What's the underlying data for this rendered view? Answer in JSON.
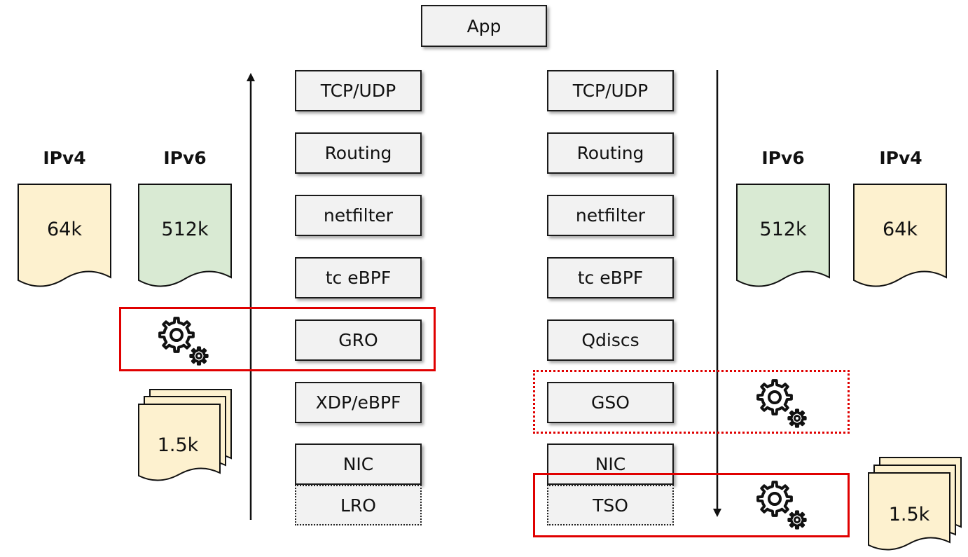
{
  "top": {
    "app": "App"
  },
  "receive_stack": {
    "layers": [
      "TCP/UDP",
      "Routing",
      "netfilter",
      "tc eBPF",
      "GRO",
      "XDP/eBPF",
      "NIC"
    ],
    "offload": "LRO"
  },
  "transmit_stack": {
    "layers": [
      "TCP/UDP",
      "Routing",
      "netfilter",
      "tc eBPF",
      "Qdiscs",
      "GSO",
      "NIC"
    ],
    "offload": "TSO"
  },
  "left_side": {
    "ipv4_label": "IPv4",
    "ipv4_size": "64k",
    "ipv6_label": "IPv6",
    "ipv6_size": "512k",
    "mtu_size": "1.5k"
  },
  "right_side": {
    "ipv6_label": "IPv6",
    "ipv6_size": "512k",
    "ipv4_label": "IPv4",
    "ipv4_size": "64k",
    "mtu_size": "1.5k"
  },
  "colors": {
    "ipv4_fill": "#fdf1cf",
    "ipv6_fill": "#d9ead3",
    "highlight": "#e00000"
  },
  "icons": [
    "gears-icon"
  ]
}
